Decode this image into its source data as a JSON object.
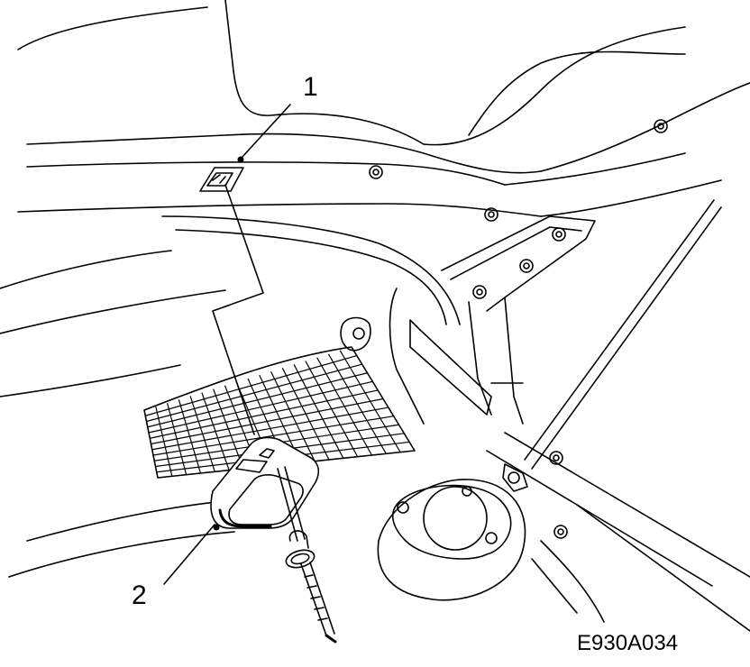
{
  "callouts": {
    "part_1": "1",
    "part_2": "2"
  },
  "figure_id": "E930A034",
  "colors": {
    "line": "#000000",
    "background": "#ffffff"
  }
}
